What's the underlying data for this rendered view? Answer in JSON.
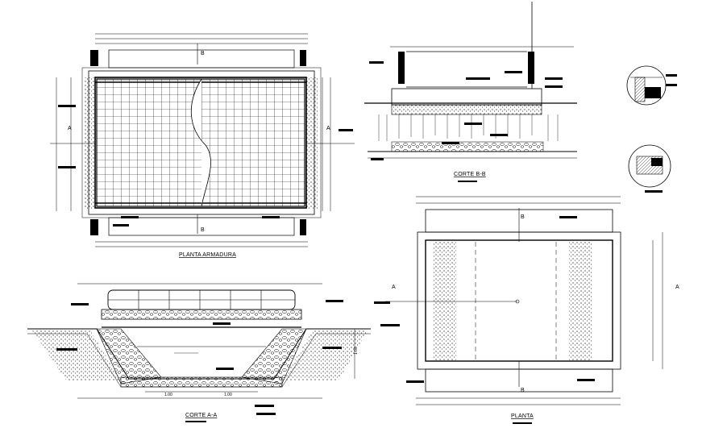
{
  "titles": {
    "planta_armadura": "PLANTA ARMADURA",
    "corte_bb": "CORTE B-B",
    "corte_aa": "CORTE A-A",
    "planta": "PLANTA"
  },
  "section_marks": {
    "a": "A",
    "b": "B"
  },
  "dimensions": {
    "d1": "1.00",
    "d2": "1.00",
    "d3": "1.00"
  },
  "colors": {
    "ink": "#000000",
    "paper": "#ffffff"
  }
}
